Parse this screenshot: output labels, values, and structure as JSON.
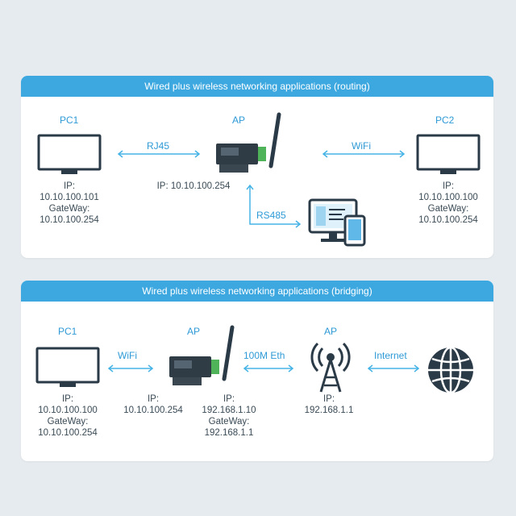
{
  "colors": {
    "accent": "#3da8e0",
    "arrow": "#46b3e6",
    "device": "#2b3a47"
  },
  "routing": {
    "title": "Wired plus wireless networking applications (routing)",
    "pc1": {
      "label": "PC1",
      "ip_label": "IP:",
      "ip": "10.10.100.101",
      "gw_label": "GateWay:",
      "gw": "10.10.100.254"
    },
    "link1": "RJ45",
    "ap": {
      "label": "AP",
      "ip": "IP:  10.10.100.254"
    },
    "link2": "WiFi",
    "pc2": {
      "label": "PC2",
      "ip_label": "IP:",
      "ip": "10.10.100.100",
      "gw_label": "GateWay:",
      "gw": "10.10.100.254"
    },
    "link3": "RS485"
  },
  "bridging": {
    "title": "Wired plus wireless networking applications (bridging)",
    "pc1": {
      "label": "PC1",
      "ip_label": "IP:",
      "ip": "10.10.100.100",
      "gw_label": "GateWay:",
      "gw": "10.10.100.254"
    },
    "link1": "WiFi",
    "ap_device": {
      "label": "AP",
      "ip_label_left": "IP:",
      "ip_left": "10.10.100.254",
      "ip_label_right": "IP:",
      "ip_right": "192.168.1.10",
      "gw_label": "GateWay:",
      "gw": "192.168.1.1"
    },
    "link2": "100M Eth",
    "ap_tower": {
      "label": "AP",
      "ip_label": "IP:",
      "ip": "192.168.1.1"
    },
    "link3": "Internet"
  }
}
